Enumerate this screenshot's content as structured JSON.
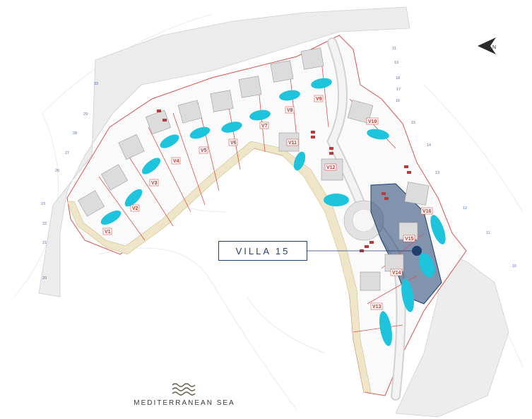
{
  "callout": {
    "label": "VILLA 15"
  },
  "sea": {
    "label": "MEDITERRANEAN SEA"
  },
  "compass": {
    "label": "N",
    "icon": "north-arrow-icon"
  },
  "villas": [
    {
      "id": "V1",
      "label": "V1"
    },
    {
      "id": "V2",
      "label": "V2"
    },
    {
      "id": "V3",
      "label": "V3"
    },
    {
      "id": "V4",
      "label": "V4"
    },
    {
      "id": "V5",
      "label": "V5"
    },
    {
      "id": "V6",
      "label": "V6"
    },
    {
      "id": "V7",
      "label": "V7"
    },
    {
      "id": "V8",
      "label": "V8"
    },
    {
      "id": "V9",
      "label": "V9"
    },
    {
      "id": "V10",
      "label": "V10"
    },
    {
      "id": "V11",
      "label": "V11"
    },
    {
      "id": "V12",
      "label": "V12"
    },
    {
      "id": "V13",
      "label": "V13"
    },
    {
      "id": "V14",
      "label": "V14"
    },
    {
      "id": "V15",
      "label": "V15"
    },
    {
      "id": "V16",
      "label": "V16"
    }
  ],
  "colors": {
    "highlight": "#1f3f6e",
    "pool": "#1ec3dc",
    "boundary": "#d9534f",
    "road": "#c9c9c9"
  }
}
